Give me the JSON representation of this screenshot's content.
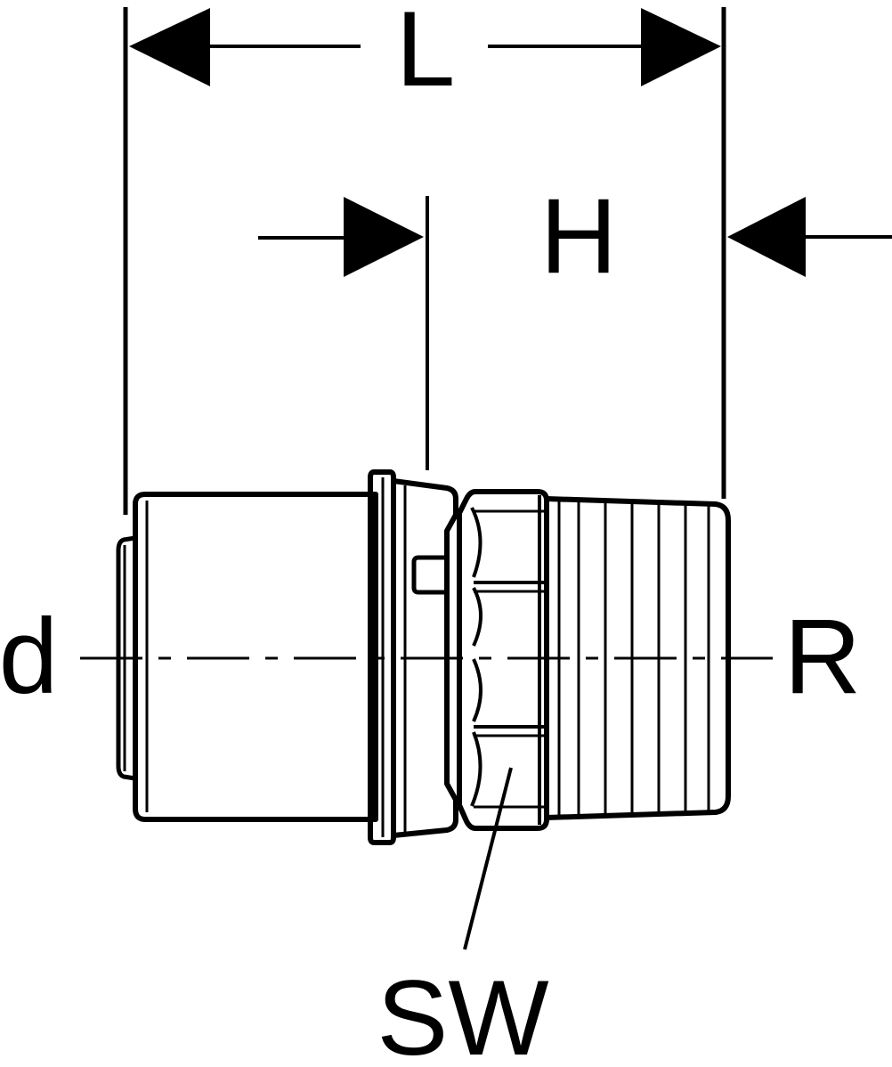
{
  "diagram": {
    "labels": {
      "length": "L",
      "height": "H",
      "pipe_diameter": "d",
      "thread": "R",
      "wrench_size": "SW"
    },
    "colors": {
      "ink": "#000000",
      "background": "#ffffff"
    }
  }
}
